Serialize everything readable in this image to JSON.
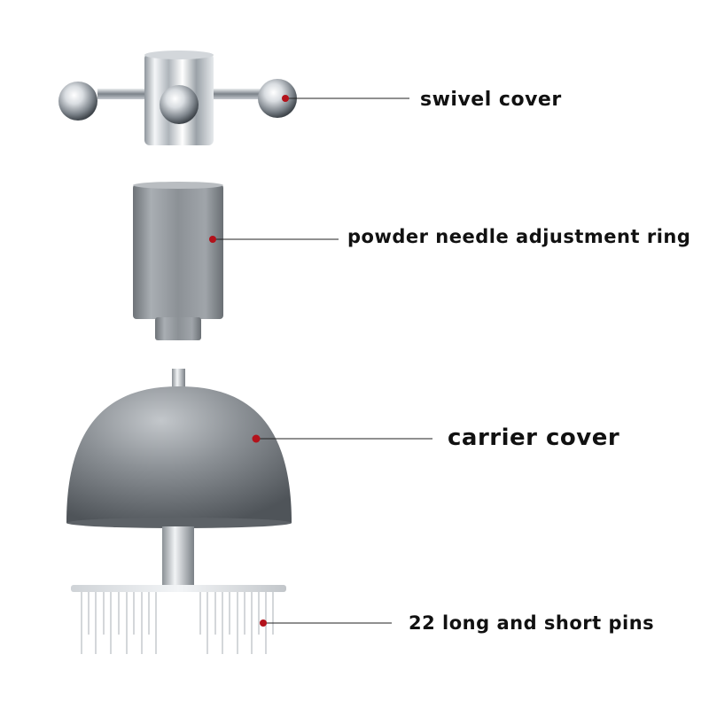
{
  "callouts": {
    "swivel_cover": "swivel cover",
    "adjustment_ring": "powder needle adjustment ring",
    "carrier_cover": "carrier cover",
    "pins": "22 long and short pins"
  },
  "colors": {
    "marker": "#b3121b",
    "leader_line": "#222222",
    "label_text": "#111111"
  }
}
